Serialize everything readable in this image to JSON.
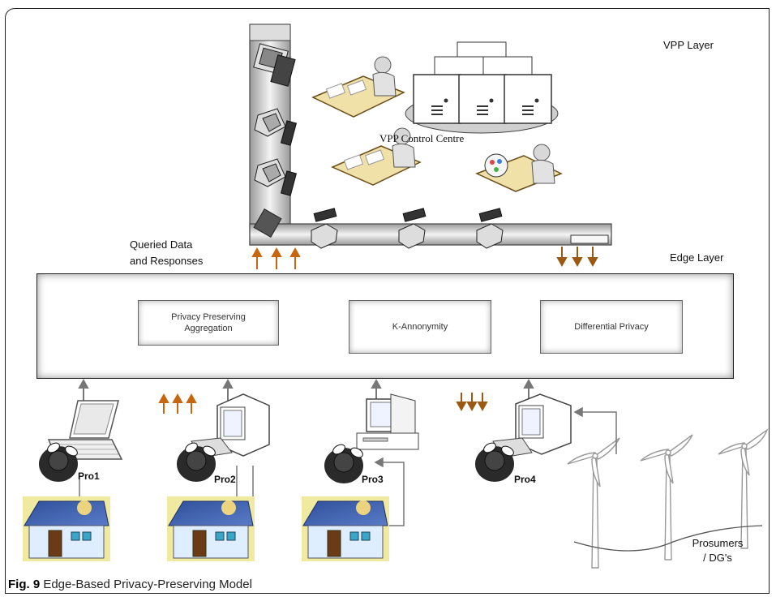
{
  "labels": {
    "vpp_layer": "VPP Layer",
    "vpp_control_centre": "VPP Control Centre",
    "queried_line1": "Queried Data",
    "queried_line2": "and Responses",
    "edge_layer": "Edge Layer",
    "prosumers_line1": "Prosumers",
    "prosumers_line2": "/ DG's"
  },
  "modules": [
    {
      "line1": "Privacy Preserving",
      "line2": "Aggregation"
    },
    {
      "line1": "K-Annonymity",
      "line2": ""
    },
    {
      "line1": "Differential Privacy",
      "line2": ""
    }
  ],
  "prosumers": [
    "Pro1",
    "Pro2",
    "Pro3",
    "Pro4"
  ],
  "caption": {
    "prefix": "Fig. 9",
    "text": " Edge-Based Privacy-Preserving Model"
  },
  "colors": {
    "up_arrow": "#c8660f",
    "down_arrow": "#9b5a14",
    "gray_arrow": "#777777"
  },
  "icons": {
    "workstation": "person-at-desk-icon",
    "server": "server-rack-icon",
    "house": "solar-house-icon",
    "turbine": "wind-turbine-icon",
    "laptop": "laptop-icon",
    "desktop": "desktop-computer-icon"
  }
}
